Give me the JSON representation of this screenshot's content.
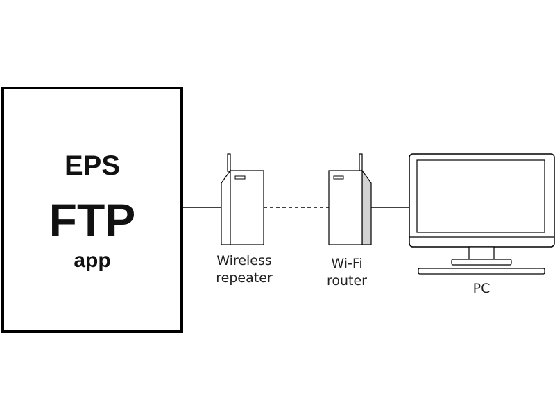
{
  "app": {
    "line1": "EPS",
    "line2": "FTP",
    "line3": "app"
  },
  "devices": {
    "repeater": {
      "line1": "Wireless",
      "line2": "repeater"
    },
    "router": {
      "line1": "Wi-Fi",
      "line2": "router"
    },
    "pc": {
      "label": "PC"
    }
  },
  "connections": [
    {
      "from": "app",
      "to": "repeater",
      "style": "solid"
    },
    {
      "from": "repeater",
      "to": "router",
      "style": "dashed"
    },
    {
      "from": "router",
      "to": "pc",
      "style": "solid"
    }
  ],
  "colors": {
    "stroke": "#000000",
    "side_shade": "#d3d3d3",
    "background": "#ffffff"
  }
}
